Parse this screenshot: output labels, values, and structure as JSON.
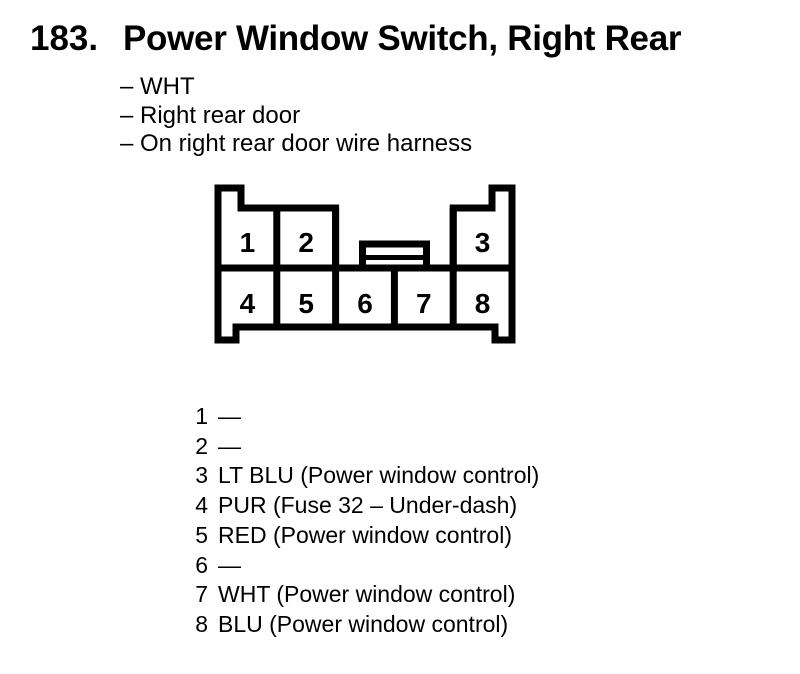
{
  "header": {
    "number": "183.",
    "title": "Power Window Switch, Right Rear"
  },
  "notes": [
    {
      "dash": "–",
      "text": "WHT"
    },
    {
      "dash": "–",
      "text": "Right rear door"
    },
    {
      "dash": "–",
      "text": "On right rear door wire harness"
    }
  ],
  "connector": {
    "pins": [
      "1",
      "2",
      "3",
      "4",
      "5",
      "6",
      "7",
      "8"
    ]
  },
  "pinout": [
    {
      "pin": "1",
      "desc": "—"
    },
    {
      "pin": "2",
      "desc": "—"
    },
    {
      "pin": "3",
      "desc": "LT BLU (Power window control)"
    },
    {
      "pin": "4",
      "desc": "PUR (Fuse 32 – Under-dash)"
    },
    {
      "pin": "5",
      "desc": "RED (Power window control)"
    },
    {
      "pin": "6",
      "desc": "—"
    },
    {
      "pin": "7",
      "desc": "WHT (Power window control)"
    },
    {
      "pin": "8",
      "desc": "BLU (Power window control)"
    }
  ],
  "colors": {
    "ink": "#000000",
    "paper": "#ffffff"
  }
}
